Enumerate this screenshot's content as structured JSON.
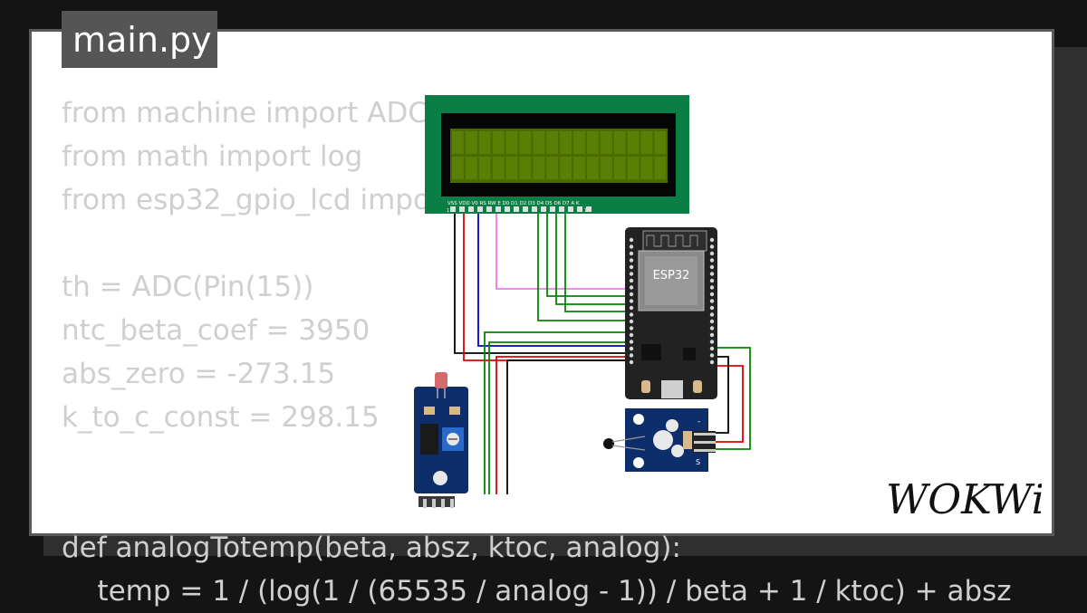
{
  "editor": {
    "file_tab": "main.py",
    "code_lines": [
      "from machine import ADC,",
      "from math import log",
      "from esp32_gpio_lcd impor",
      "",
      "th = ADC(Pin(15))",
      "ntc_beta_coef = 3950",
      "abs_zero = -273.15",
      "k_to_c_const = 298.15",
      "",
      "",
      "def analogTotemp(beta, absz, ktoc, analog):",
      "    temp = 1 / (log(1 / (65535 / analog - 1)) / beta + 1 / ktoc) + absz"
    ]
  },
  "diagram": {
    "lcd": {
      "pin_labels": "VSS VDD V0 RS RW E D0 D1 D2 D3 D4 D5 D6 D7 A K",
      "pin_first": "1",
      "pin_last": "16"
    },
    "esp32": {
      "label": "ESP32"
    },
    "ntc_module": {
      "pin_minus": "-",
      "pin_signal": "S"
    }
  },
  "brand": {
    "logo": "WOKWi"
  },
  "colors": {
    "background": "#141414",
    "card": "#ffffff",
    "file_tab": "#555555",
    "code_text": "#cfcfcf",
    "lcd_board": "#0a7e44",
    "lcd_screen": "#4a6b00",
    "esp32_board": "#222222",
    "module_board": "#0d2e6b",
    "wire_black": "#000000",
    "wire_red": "#e00000",
    "wire_blue": "#0000cc",
    "wire_green": "#008800",
    "wire_pink": "#ee77ee"
  }
}
